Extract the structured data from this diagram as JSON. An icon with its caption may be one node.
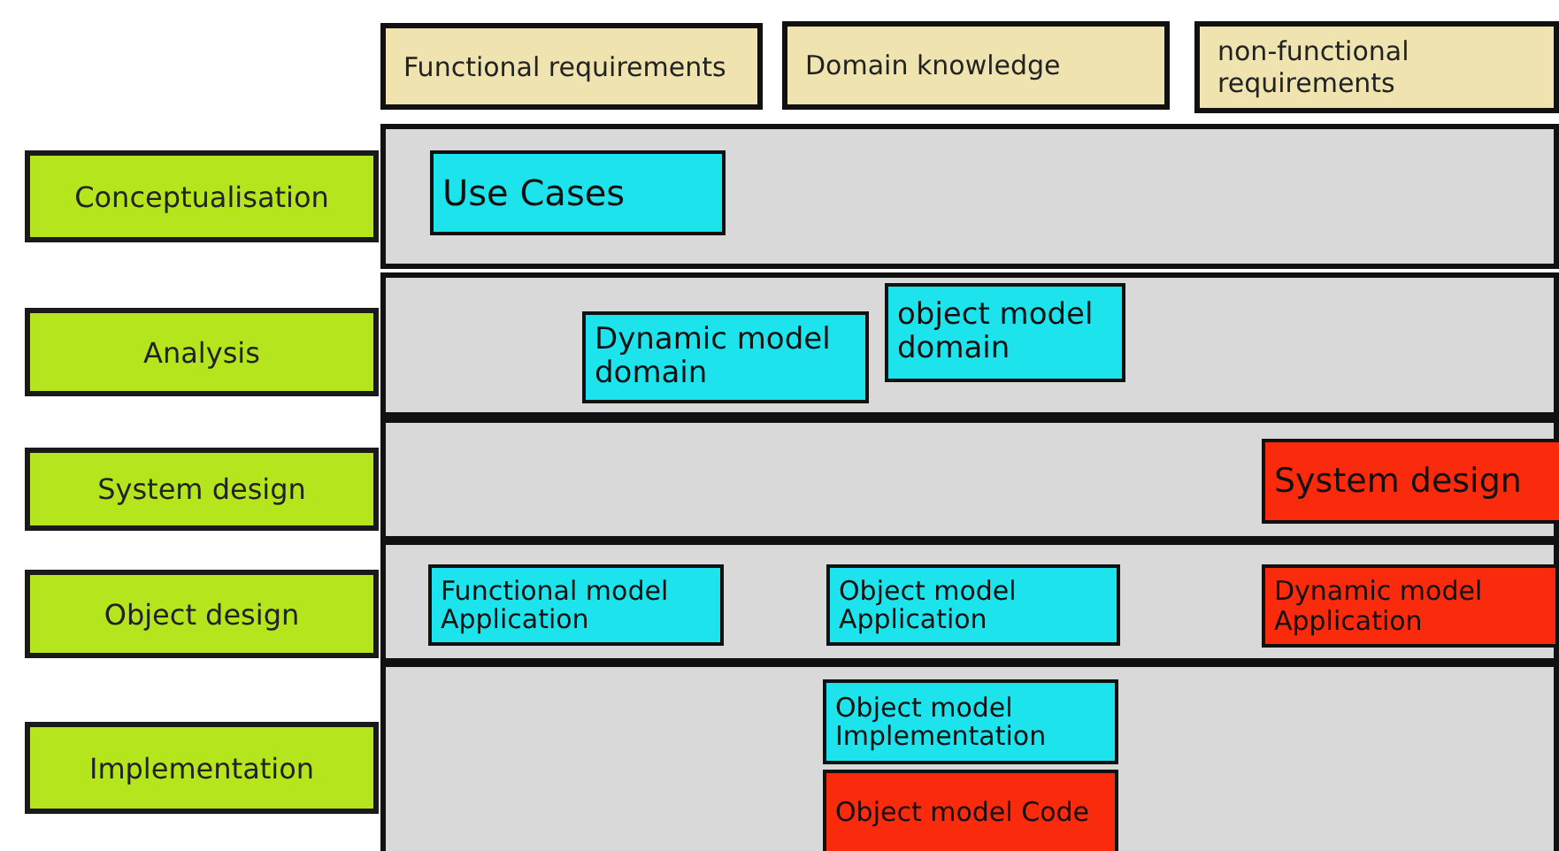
{
  "diagram": {
    "nodes": [
      {
        "text": [
          "Functional requirements"
        ]
      },
      {
        "text": [
          "Domain knowledge"
        ]
      },
      {
        "text": [
          "non-functional requirements"
        ]
      },
      {
        "text": [
          "Conceptualisation"
        ]
      },
      {
        "text": [],
        "shape": "box"
      },
      {
        "text": [
          "Use Cases"
        ],
        "in": 4
      },
      {
        "text": [
          "Analysis"
        ]
      },
      {
        "text": [],
        "shape": "box"
      },
      {
        "text": [
          "Dynamic model domain"
        ],
        "in": 7
      },
      {
        "text": [
          "object model domain"
        ],
        "in": 7
      },
      {
        "text": [
          "System design"
        ]
      },
      {
        "text": [],
        "shape": "box"
      },
      {
        "text": [
          "System design"
        ],
        "in": 11
      },
      {
        "text": [
          "Object design"
        ]
      },
      {
        "text": [],
        "shape": "box"
      },
      {
        "text": [
          "Functional model Application"
        ],
        "in": 14
      },
      {
        "text": [
          "Object model Application"
        ],
        "in": 14
      },
      {
        "text": [
          "Dynamic model Application"
        ],
        "in": 14
      },
      {
        "text": [
          "Implementation"
        ]
      },
      {
        "text": [],
        "shape": "box"
      },
      {
        "text": [
          "Object model Implementation"
        ],
        "in": 19
      },
      {
        "text": [
          "Object model Code"
        ],
        "in": 19
      }
    ]
  }
}
